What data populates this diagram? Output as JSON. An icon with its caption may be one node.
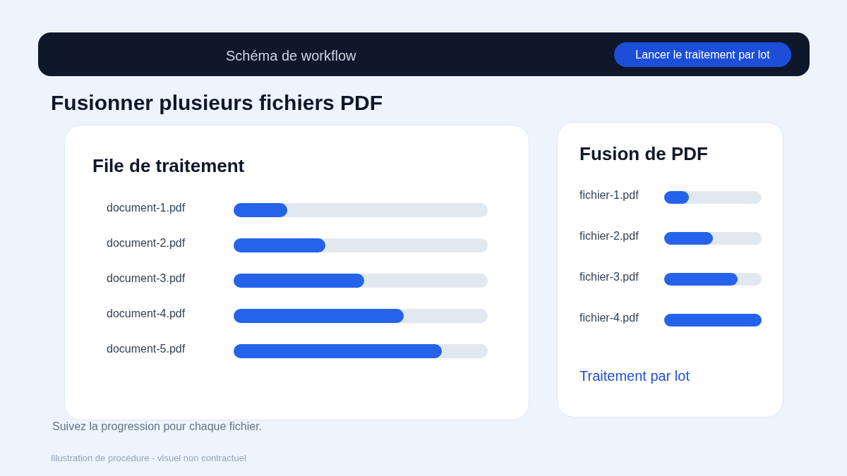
{
  "diagram": {
    "title": "Fusionner plusieurs fichiers PDF",
    "caption": "Suivez la progression pour chaque fichier.",
    "nodes": [
      {
        "text": [
          "Schéma de workflow"
        ]
      },
      {
        "text": [
          "Lancer le traitement par lot"
        ],
        "in": 0
      },
      {
        "text": [
          "File de traitement",
          "document-1.pdf",
          "document-2.pdf",
          "document-3.pdf",
          "document-4.pdf",
          "document-5.pdf"
        ]
      },
      {
        "text": [
          "Fusion de PDF",
          "fichier-1.pdf",
          "fichier-2.pdf",
          "fichier-3.pdf",
          "fichier-4.pdf",
          "Traitement par lot"
        ]
      }
    ],
    "labels": [
      "Illustration de procédure - visuel non contractuel"
    ]
  }
}
